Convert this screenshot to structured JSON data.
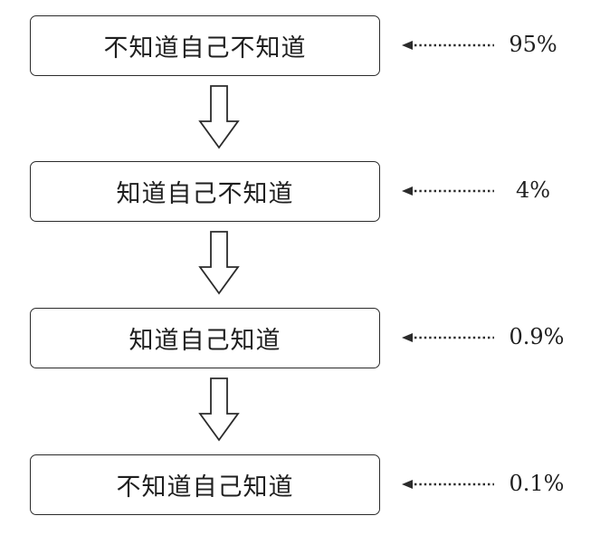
{
  "stages": [
    {
      "label": "不知道自己不知道",
      "percent": "95%"
    },
    {
      "label": "知道自己不知道",
      "percent": "4%"
    },
    {
      "label": "知道自己知道",
      "percent": "0.9%"
    },
    {
      "label": "不知道自己知道",
      "percent": "0.1%"
    }
  ],
  "icons": {
    "pointer": "dotted-left-arrow-icon",
    "flow": "hollow-down-arrow-icon"
  }
}
